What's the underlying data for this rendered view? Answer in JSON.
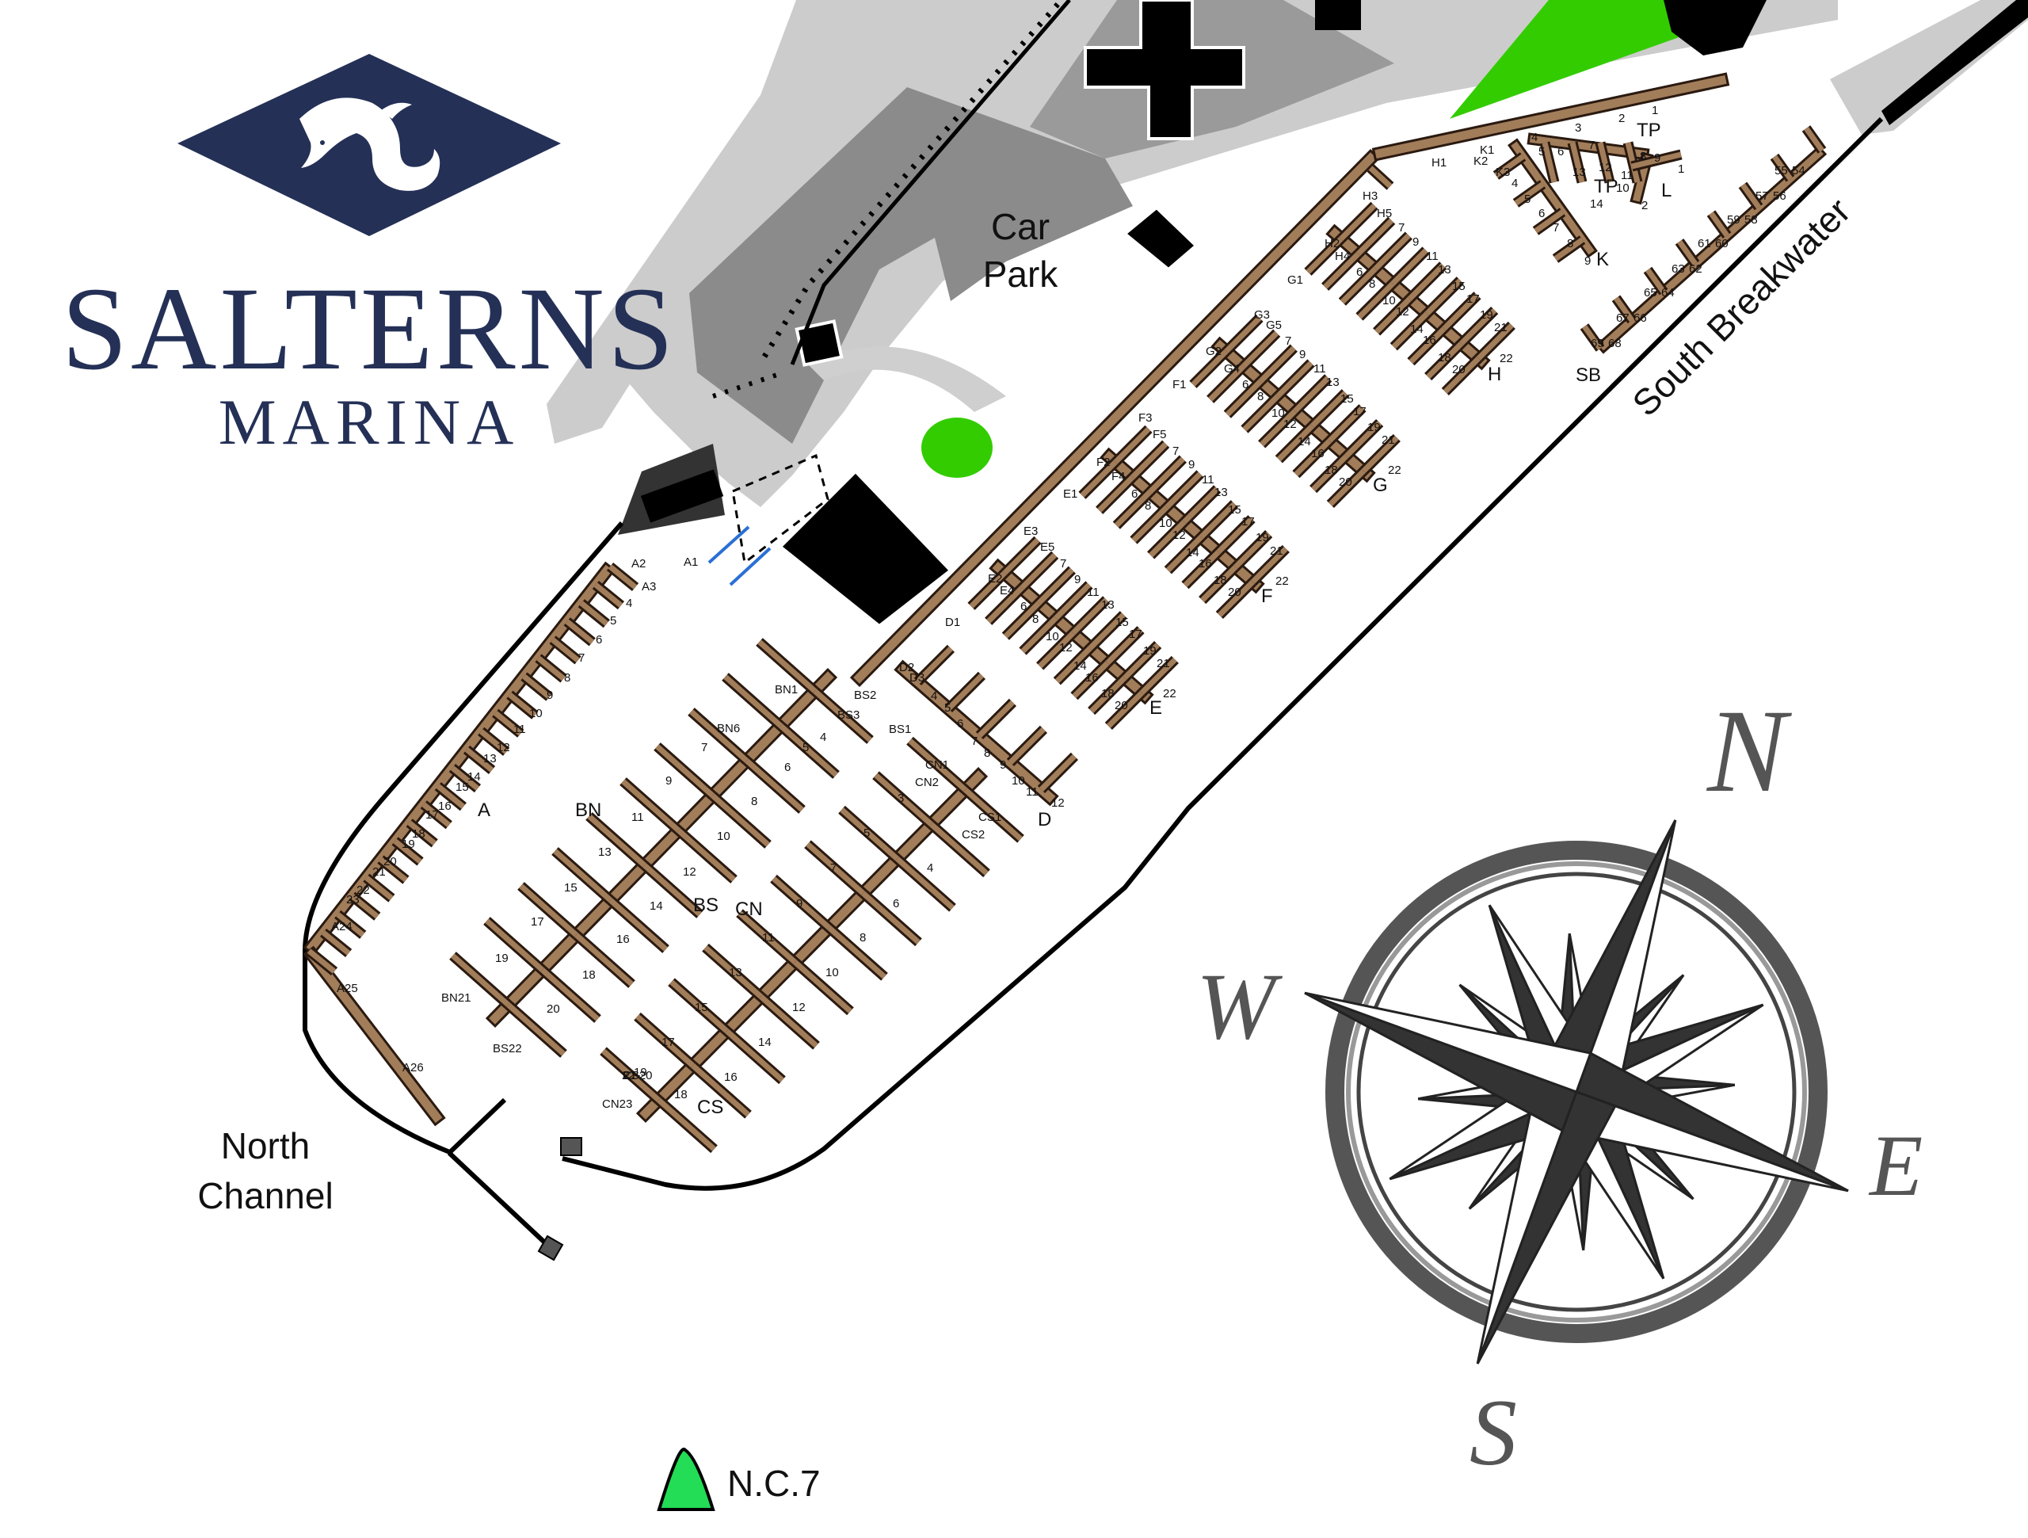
{
  "brand": {
    "name": "SALTERNS",
    "subtitle": "MARINA",
    "color": "#243056"
  },
  "areas": {
    "car_park": "Car\nPark"
  },
  "places": {
    "north_channel_line1": "North",
    "north_channel_line2": "Channel",
    "south_breakwater": "South Breakwater",
    "buoy": "N.C.7"
  },
  "compass": {
    "n": "N",
    "e": "E",
    "s": "S",
    "w": "W"
  },
  "colors": {
    "pontoon": "#a27d5a",
    "pontoon_edge": "#2a1a10",
    "land": "#cccccc",
    "car_park": "#8a8a8a",
    "grass": "#33cc00",
    "buoy": "#22dd55"
  },
  "piers": {
    "A": {
      "label": "A",
      "berths": [
        "A1",
        "A2",
        "A3",
        "4",
        "5",
        "6",
        "7",
        "8",
        "9",
        "10",
        "11",
        "12",
        "13",
        "14",
        "15",
        "16",
        "17",
        "18",
        "19",
        "20",
        "21",
        "22",
        "23",
        "A24",
        "A25",
        "A26"
      ]
    },
    "BN": {
      "label": "BN",
      "berths": [
        "BN1",
        "4",
        "BN6",
        "7",
        "9",
        "11",
        "13",
        "15",
        "17",
        "19",
        "BN21"
      ]
    },
    "BS": {
      "label": "BS",
      "berths": [
        "BS1",
        "BS2",
        "BS3",
        "5",
        "6",
        "8",
        "10",
        "12",
        "14",
        "16",
        "18",
        "20",
        "BS22"
      ]
    },
    "CN": {
      "label": "CN",
      "berths": [
        "CN1",
        "CN2",
        "3",
        "5",
        "7",
        "9",
        "11",
        "13",
        "15",
        "17",
        "19",
        "21",
        "CN23"
      ]
    },
    "CS": {
      "label": "CS",
      "berths": [
        "CS1",
        "CS2",
        "4",
        "6",
        "8",
        "10",
        "12",
        "14",
        "16",
        "18",
        "CS20",
        "22"
      ]
    },
    "D": {
      "label": "D",
      "berths": [
        "D1",
        "D2",
        "D3",
        "4",
        "5",
        "6",
        "7",
        "8",
        "9",
        "10",
        "11",
        "12"
      ]
    },
    "E": {
      "label": "E",
      "berths": [
        "E1",
        "E2",
        "E3",
        "E4",
        "E5",
        "6",
        "7",
        "8",
        "9",
        "10",
        "11",
        "12",
        "13",
        "14",
        "15",
        "16",
        "17",
        "18",
        "19",
        "20",
        "21",
        "22"
      ]
    },
    "F": {
      "label": "F",
      "berths": [
        "F1",
        "F2",
        "F3",
        "F4",
        "F5",
        "6",
        "7",
        "8",
        "9",
        "10",
        "11",
        "12",
        "13",
        "14",
        "15",
        "16",
        "17",
        "18",
        "19",
        "20",
        "21",
        "22"
      ]
    },
    "G": {
      "label": "G",
      "berths": [
        "G1",
        "G2",
        "G3",
        "G4",
        "G5",
        "6",
        "7",
        "8",
        "9",
        "10",
        "11",
        "12",
        "13",
        "14",
        "15",
        "16",
        "17",
        "18",
        "19",
        "20",
        "21",
        "22"
      ]
    },
    "H": {
      "label": "H",
      "berths": [
        "H1",
        "H2",
        "H3",
        "H4",
        "H5",
        "6",
        "7",
        "8",
        "9",
        "10",
        "11",
        "12",
        "13",
        "14",
        "15",
        "16",
        "17",
        "18",
        "19",
        "20",
        "21",
        "22"
      ]
    },
    "K": {
      "label": "K",
      "berths": [
        "K1",
        "K2",
        "K3",
        "4",
        "5",
        "6",
        "7",
        "8",
        "9"
      ]
    },
    "L": {
      "label": "L",
      "berths": [
        "1",
        "2",
        "9",
        "10",
        "11"
      ]
    },
    "TP": {
      "label": "TP",
      "berths": [
        "1",
        "2",
        "3",
        "4",
        "5",
        "6",
        "7",
        "8",
        "12",
        "13",
        "14"
      ]
    },
    "SB": {
      "label": "SB",
      "berths": [
        "54",
        "55",
        "56",
        "57",
        "58",
        "59",
        "60",
        "61",
        "62",
        "63",
        "64",
        "65",
        "66",
        "67",
        "68",
        "69"
      ]
    }
  }
}
